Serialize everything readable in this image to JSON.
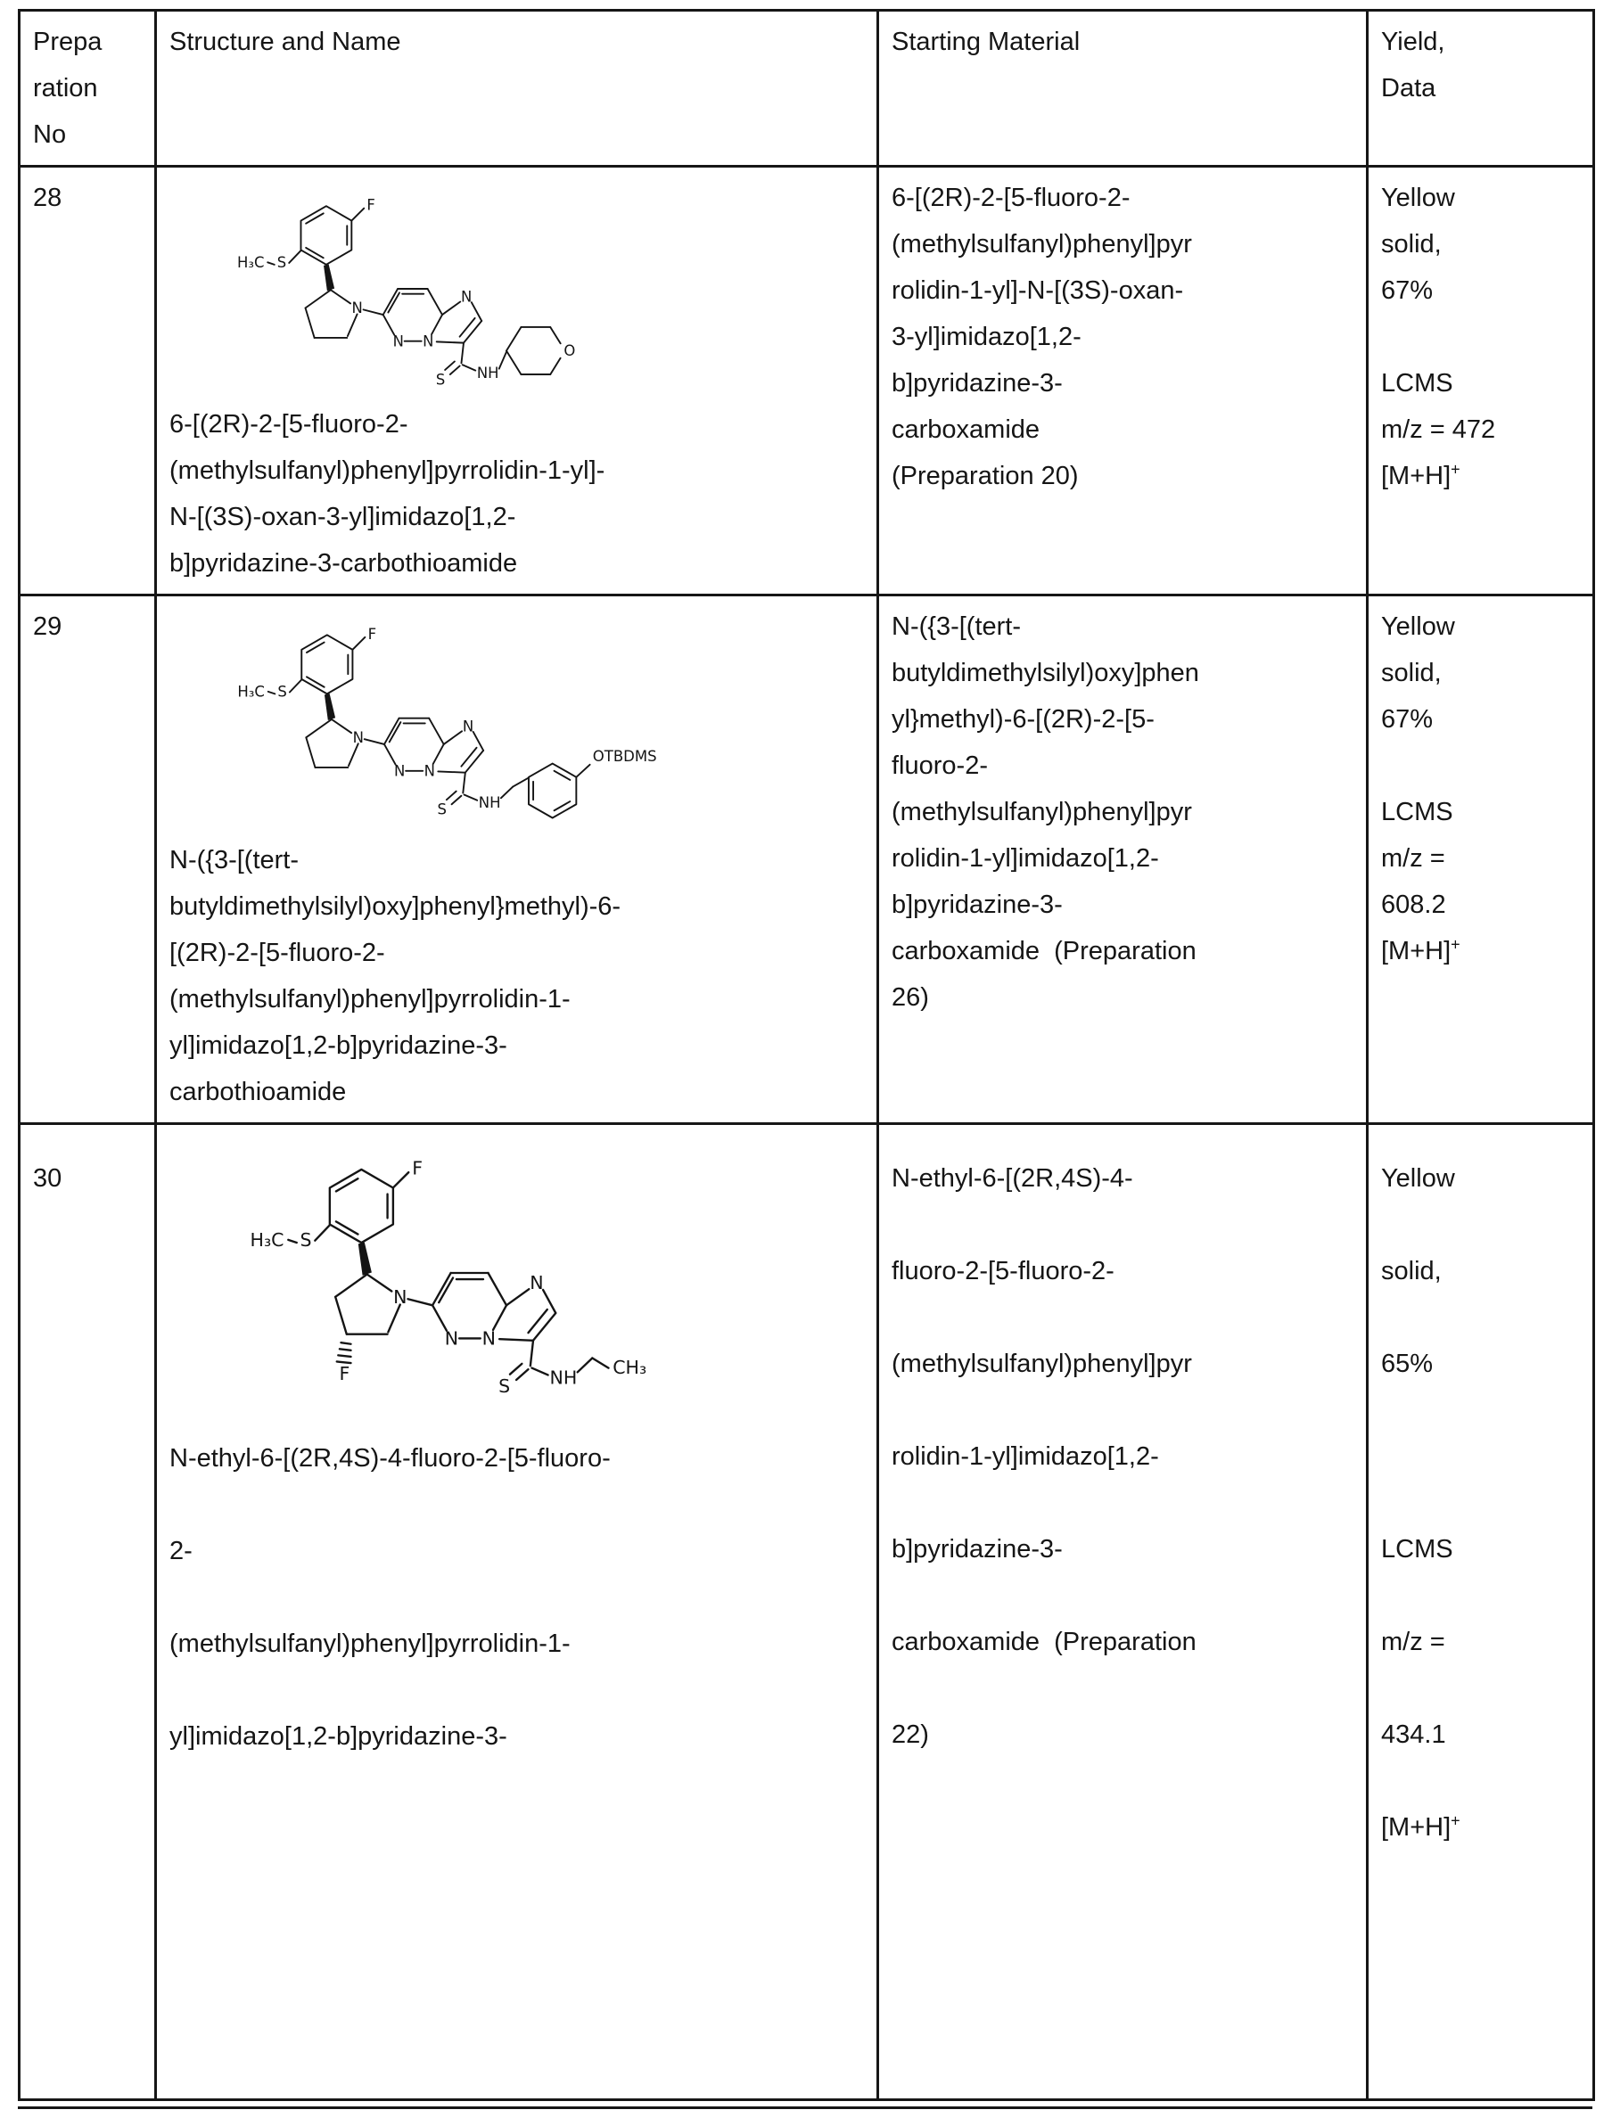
{
  "header": {
    "col1_lines": [
      "Prepa",
      "ration",
      "No"
    ],
    "col2": "Structure and Name",
    "col3": "Starting Material",
    "col4_lines": [
      "Yield,",
      "Data"
    ]
  },
  "rows": [
    {
      "no": "28",
      "structure_labels": {
        "f": "F",
        "h3c": "H₃C",
        "s_ether": "S",
        "n_pyrl": "N",
        "n_pyd1": "N",
        "n_pyd2": "N",
        "n_imid": "N",
        "s_thione": "S",
        "nh": "NH",
        "o": "O"
      },
      "name_lines": [
        "6-[(2R)-2-[5-fluoro-2-",
        "(methylsulfanyl)phenyl]pyrrolidin-1-yl]-",
        "N-[(3S)-oxan-3-yl]imidazo[1,2-",
        "b]pyridazine-3-carbothioamide"
      ],
      "sm_lines": [
        "6-[(2R)-2-[5-fluoro-2-",
        "(methylsulfanyl)phenyl]pyr",
        "rolidin-1-yl]-N-[(3S)-oxan-",
        "3-yl]imidazo[1,2-",
        "b]pyridazine-3-",
        "carboxamide",
        "(Preparation 20)"
      ],
      "yield_lines": [
        "Yellow",
        "solid,",
        "67%"
      ],
      "lcms_lines": [
        "LCMS",
        "m/z = 472"
      ],
      "mh": "[M+H]",
      "mh_sup": "+"
    },
    {
      "no": "29",
      "structure_labels": {
        "f": "F",
        "h3c": "H₃C",
        "s_ether": "S",
        "n_pyrl": "N",
        "n_pyd1": "N",
        "n_pyd2": "N",
        "n_imid": "N",
        "s_thione": "S",
        "nh": "NH",
        "otbdms": "OTBDMS"
      },
      "name_lines": [
        "N-({3-[(tert-",
        "butyldimethylsilyl)oxy]phenyl}methyl)-6-",
        "[(2R)-2-[5-fluoro-2-",
        "(methylsulfanyl)phenyl]pyrrolidin-1-",
        "yl]imidazo[1,2-b]pyridazine-3-",
        "carbothioamide"
      ],
      "sm_lines": [
        "N-({3-[(tert-",
        "butyldimethylsilyl)oxy]phen",
        "yl}methyl)-6-[(2R)-2-[5-",
        "fluoro-2-",
        "(methylsulfanyl)phenyl]pyr",
        "rolidin-1-yl]imidazo[1,2-",
        "b]pyridazine-3-",
        "carboxamide  (Preparation",
        "26)"
      ],
      "yield_lines": [
        "Yellow",
        "solid,",
        "67%"
      ],
      "lcms_lines": [
        "LCMS",
        "m/z =",
        "608.2"
      ],
      "mh": "[M+H]",
      "mh_sup": "+"
    },
    {
      "no": "30",
      "structure_labels": {
        "f": "F",
        "h3c": "H₃C",
        "s_ether": "S",
        "n_pyrl": "N",
        "n_pyd1": "N",
        "n_pyd2": "N",
        "n_imid": "N",
        "s_thione": "S",
        "nh": "NH",
        "ch3": "CH₃",
        "f_ring": "F"
      },
      "name_lines": [
        "N-ethyl-6-[(2R,4S)-4-fluoro-2-[5-fluoro-",
        "2-",
        "(methylsulfanyl)phenyl]pyrrolidin-1-",
        "yl]imidazo[1,2-b]pyridazine-3-"
      ],
      "sm_lines": [
        "N-ethyl-6-[(2R,4S)-4-",
        "fluoro-2-[5-fluoro-2-",
        "(methylsulfanyl)phenyl]pyr",
        "rolidin-1-yl]imidazo[1,2-",
        "b]pyridazine-3-",
        "carboxamide  (Preparation",
        "22)"
      ],
      "yield_lines": [
        "Yellow",
        "solid,",
        "65%"
      ],
      "lcms_lines": [
        "LCMS",
        "m/z =",
        "434.1"
      ],
      "mh": "[M+H]",
      "mh_sup": "+"
    }
  ]
}
